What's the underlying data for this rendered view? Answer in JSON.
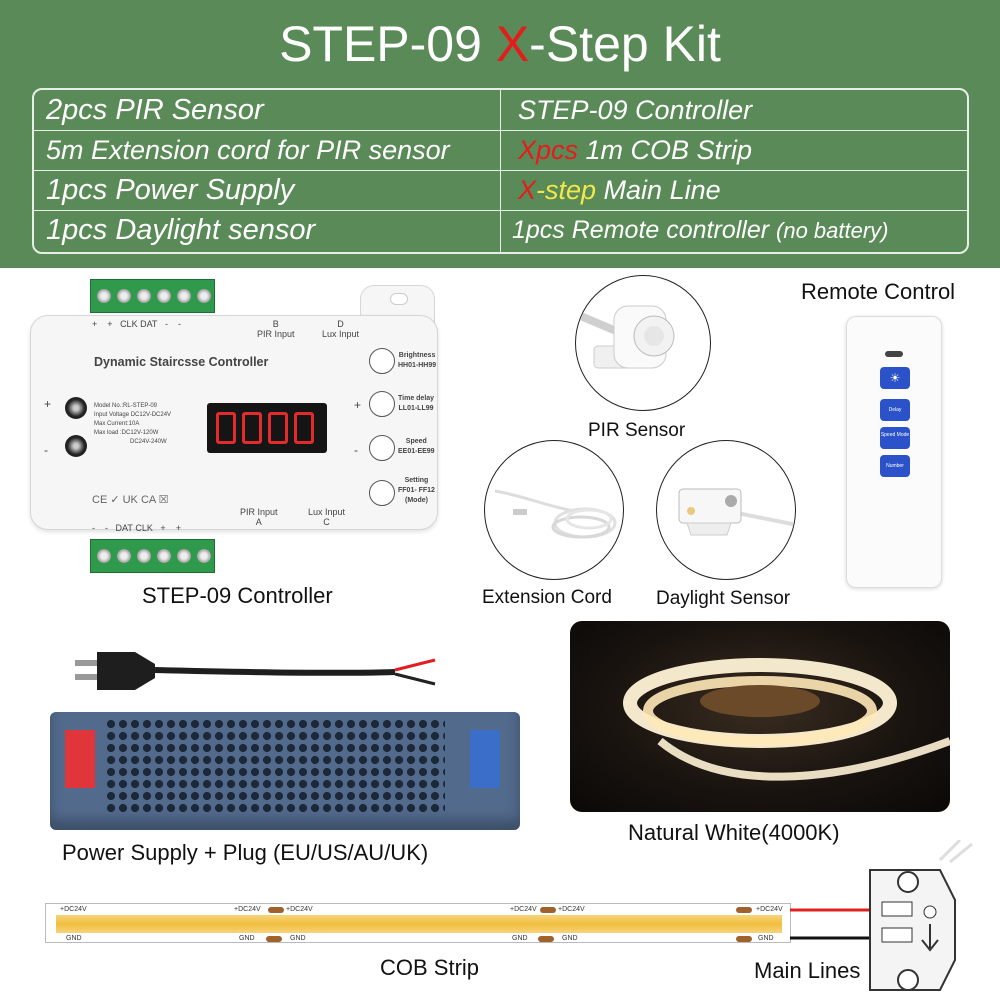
{
  "header": {
    "title_prefix": "STEP-09 ",
    "title_x": "X",
    "title_suffix": "-Step Kit",
    "left_items": [
      "2pcs PIR Sensor",
      "5m Extension cord for PIR sensor",
      "1pcs Power Supply",
      "1pcs Daylight sensor"
    ],
    "right_items": {
      "controller": "STEP-09 Controller",
      "strip_x": "Xpcs",
      "strip_rest": " 1m COB Strip",
      "line_x": "X",
      "line_step": "-step",
      "line_rest": " Main Line",
      "remote": "1pcs Remote controller ",
      "remote_note": "(no battery)"
    }
  },
  "captions": {
    "controller": "STEP-09 Controller",
    "pir": "PIR Sensor",
    "remote": "Remote Control",
    "extension": "Extension Cord",
    "daylight": "Daylight Sensor",
    "psu": "Power Supply + Plug (EU/US/AU/UK)",
    "cob_color": "Natural White(4000K)",
    "cob_strip": "COB Strip",
    "main_lines": "Main Lines"
  },
  "controller_panel": {
    "name": "Dynamic Staircsse Controller",
    "top_pins": [
      "+",
      "+",
      "CLK",
      "DAT",
      "-",
      "-"
    ],
    "bottom_pins": [
      "-",
      "-",
      "DAT",
      "CLK",
      "+",
      "+"
    ],
    "pir_b": "B",
    "pir_b_label": "PIR Input",
    "lux_d": "D",
    "lux_d_label": "Lux Input",
    "pir_a_label": "PIR Input",
    "pir_a": "A",
    "lux_c_label": "Lux Input",
    "lux_c": "C",
    "plus": "+",
    "minus": "-",
    "specs": [
      "Model No.:RL-STEP-09",
      "Input Voltage   DC12V-DC24V",
      "Max Current:10A",
      "Max load :DC12V-120W",
      "DC24V-240W"
    ],
    "certs": "CE  ✓  UK CA  ☒",
    "buttons": [
      {
        "label": "Brightness",
        "sub": "HH01-HH99"
      },
      {
        "label": "Time delay",
        "sub": "LL01-LL99"
      },
      {
        "label": "Speed",
        "sub": "EE01-EE99"
      },
      {
        "label": "Setting",
        "sub": "FF01- FF12",
        "sub2": "(Mode)"
      }
    ]
  },
  "remote_buttons": [
    "☀",
    "Delay",
    "Speed Mode",
    "Number"
  ],
  "strip_labels": {
    "dc": "+DC24V",
    "gnd": "GND"
  }
}
